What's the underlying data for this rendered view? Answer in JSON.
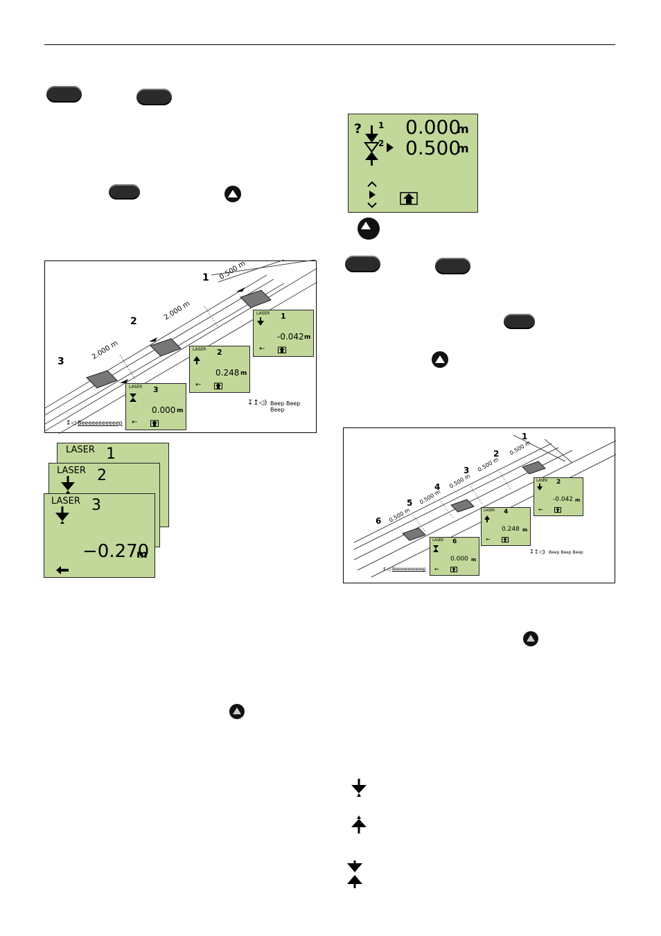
{
  "colors": {
    "lcd": "#c2d89a",
    "key": "#2b2b2b"
  },
  "lcd_main": {
    "q": "?",
    "idx1": "1",
    "idx2": "2",
    "val1": "0.000",
    "val2": "0.500",
    "unit": "m"
  },
  "stack": {
    "laser": "LASER",
    "n1": "1",
    "n2": "2",
    "n3": "3",
    "value": "−0.270",
    "unit": "m"
  },
  "fig1": {
    "labels": [
      "1",
      "2",
      "3"
    ],
    "dims": [
      "0.500 m",
      "2.000 m",
      "2.000 m"
    ],
    "screens": [
      {
        "laser": "LASER",
        "n": "1",
        "value": "-0.042",
        "unit": "m"
      },
      {
        "laser": "LASER",
        "n": "2",
        "value": "0.248",
        "unit": "m"
      },
      {
        "laser": "LASER",
        "n": "3",
        "value": "0.000",
        "unit": "m"
      }
    ],
    "beep": "Beep Beep Beep",
    "long_beep": "Beeeeeeeeeeep"
  },
  "fig2": {
    "labels": [
      "1",
      "2",
      "3",
      "4",
      "5",
      "6"
    ],
    "dims": [
      "0.500 m",
      "0.500 m",
      "0.500 m",
      "0.500 m",
      "0.500 m"
    ],
    "screens": [
      {
        "laser": "LASER",
        "n": "2",
        "value": "-0.042",
        "unit": "m"
      },
      {
        "laser": "LASER",
        "n": "4",
        "value": "0.248",
        "unit": "m"
      },
      {
        "laser": "LASER",
        "n": "6",
        "value": "0.000",
        "unit": "m"
      }
    ],
    "beep": "Beep Beep Beep",
    "long_beep": "Beeeeeeeeeeep"
  }
}
